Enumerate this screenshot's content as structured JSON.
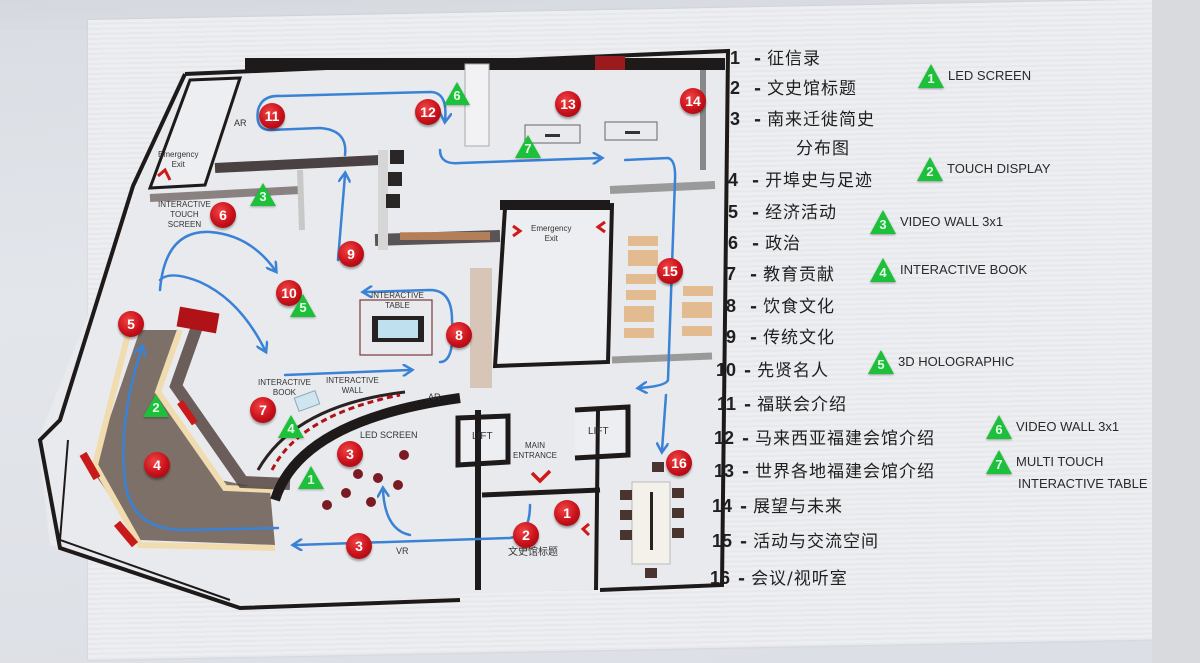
{
  "title": "Exhibition Hall Floor Plan",
  "legend": {
    "zones": [
      {
        "num": "1",
        "name": "征信录"
      },
      {
        "num": "2",
        "name": "文史馆标题"
      },
      {
        "num": "3",
        "name": "南来迁徙简史",
        "name_line2": "分布图"
      },
      {
        "num": "4",
        "name": "开埠史与足迹"
      },
      {
        "num": "5",
        "name": "经济活动"
      },
      {
        "num": "6",
        "name": "政治"
      },
      {
        "num": "7",
        "name": "教育贡献"
      },
      {
        "num": "8",
        "name": "饮食文化"
      },
      {
        "num": "9",
        "name": "传统文化"
      },
      {
        "num": "10",
        "name": "先贤名人"
      },
      {
        "num": "11",
        "name": "福联会介绍"
      },
      {
        "num": "12",
        "name": "马来西亚福建会馆介绍"
      },
      {
        "num": "13",
        "name": "世界各地福建会馆介绍"
      },
      {
        "num": "14",
        "name": "展望与未来"
      },
      {
        "num": "15",
        "name": "活动与交流空间"
      },
      {
        "num": "16",
        "name": "会议/视听室"
      }
    ],
    "equipment": [
      {
        "num": "1",
        "label": "LED SCREEN"
      },
      {
        "num": "2",
        "label": "TOUCH DISPLAY"
      },
      {
        "num": "3",
        "label": "VIDEO WALL 3x1"
      },
      {
        "num": "4",
        "label": "INTERACTIVE BOOK"
      },
      {
        "num": "5",
        "label": "3D HOLOGRAPHIC"
      },
      {
        "num": "6",
        "label": "VIDEO WALL 3x1"
      },
      {
        "num": "7",
        "label": "MULTI TOUCH",
        "label_line2": "INTERACTIVE TABLE"
      }
    ]
  },
  "plan": {
    "labels": {
      "emergency_exit_1": "Emergency",
      "emergency_exit_1b": "Exit",
      "emergency_exit_2": "Emergency",
      "emergency_exit_2b": "Exit",
      "ar_1": "AR",
      "ar_2": "AR",
      "interactive_touch_screen_1": "INTERACTIVE",
      "interactive_touch_screen_2": "TOUCH",
      "interactive_touch_screen_3": "SCREEN",
      "interactive_table_1": "INTERACTIVE",
      "interactive_table_2": "TABLE",
      "interactive_book_1": "INTERACTIVE",
      "interactive_book_2": "BOOK",
      "interactive_wall_1": "INTERACTIVE",
      "interactive_wall_2": "WALL",
      "led_screen": "LED SCREEN",
      "vr": "VR",
      "lift_1": "LIFT",
      "lift_2": "LIFT",
      "main_entrance_1": "MAIN",
      "main_entrance_2": "ENTRANCE",
      "gallery_title": "文史馆标题"
    },
    "zone_markers": [
      "1",
      "2",
      "3",
      "3",
      "4",
      "5",
      "6",
      "7",
      "8",
      "9",
      "10",
      "11",
      "12",
      "13",
      "14",
      "15",
      "16"
    ],
    "equipment_markers": [
      "1",
      "2",
      "3",
      "4",
      "5",
      "6",
      "7"
    ],
    "colors": {
      "zone_marker": "#c8101a",
      "equipment_marker": "#1cc03a",
      "route_arrow": "#3a82d6",
      "wall": "#1e1a1a",
      "accent_red": "#b01218"
    }
  }
}
